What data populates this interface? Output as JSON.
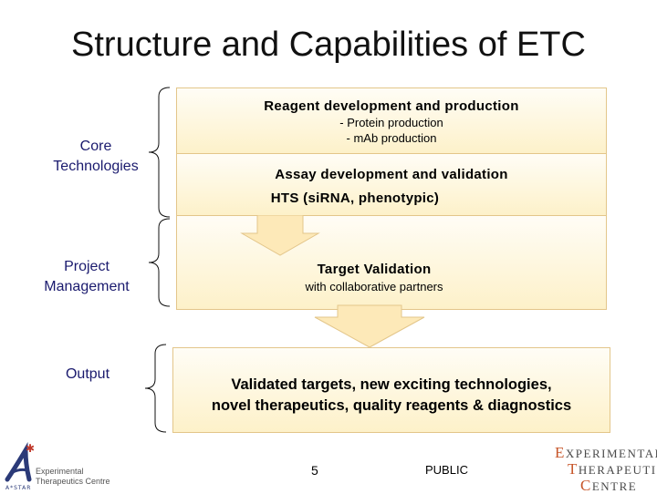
{
  "title": "Structure and Capabilities of ETC",
  "rows": {
    "core": "Core\nTechnologies",
    "project": "Project\nManagement",
    "output": "Output"
  },
  "boxes": {
    "reagent_title": "Reagent development and production",
    "reagent_item1": "- Protein production",
    "reagent_item2": "- mAb production",
    "assay_title": "Assay development and validation",
    "hts": "HTS (siRNA, phenotypic)",
    "target_title": "Target Validation",
    "target_sub": "with collaborative partners",
    "output_line1": "Validated targets, new exciting technologies,",
    "output_line2": "novel therapeutics, quality reagents & diagnostics"
  },
  "footer": {
    "page_number": "5",
    "classification": "PUBLIC"
  },
  "logos": {
    "left_line1": "Experimental",
    "left_line2": "Therapeutics Centre",
    "left_org": "A*STAR",
    "right_line1_cap": "E",
    "right_line1": "XPERIMENTAL",
    "right_line2_cap": "T",
    "right_line2": "HERAPEUTICS",
    "right_line3_cap": "C",
    "right_line3": "ENTRE"
  },
  "colors": {
    "label_text": "#1a1a6e",
    "box_border": "#e3c68a",
    "box_fill": "#fdf1c9",
    "arrow_fill": "#fde9b8",
    "logo_accent": "#c7562a"
  }
}
